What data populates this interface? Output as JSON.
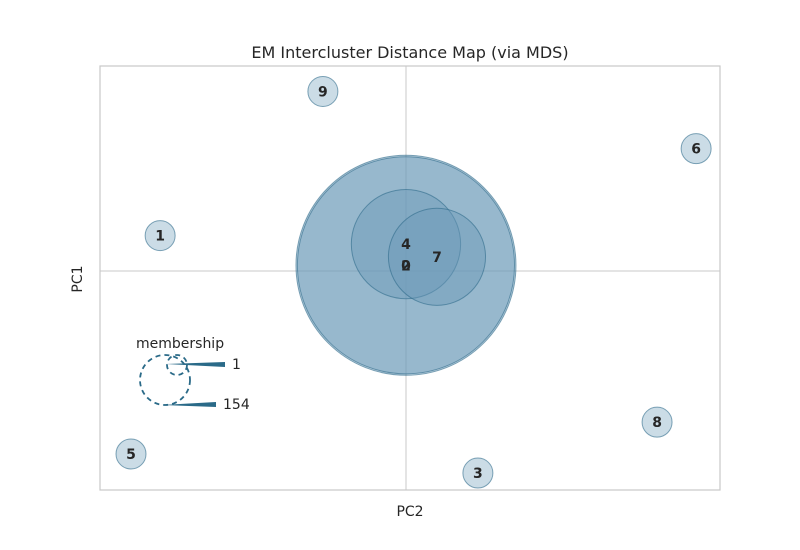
{
  "chart_data": {
    "type": "scatter",
    "title": "EM Intercluster Distance Map (via MDS)",
    "xlabel": "PC2",
    "ylabel": "PC1",
    "xlim": [
      -1,
      1
    ],
    "ylim": [
      -1,
      1
    ],
    "colors": {
      "fill": "#6b9ab8",
      "stroke": "#2e6a8a",
      "legend": "#2a6a88",
      "axes": "#c8c8c8",
      "grid": "#c8c8c8"
    },
    "clusters": [
      {
        "label": "0",
        "x": -0.013,
        "y": 0.06,
        "size": 154
      },
      {
        "label": "1",
        "x": -0.806,
        "y": 0.2,
        "size": 1
      },
      {
        "label": "2",
        "x": -0.013,
        "y": 0.06,
        "size": 150
      },
      {
        "label": "3",
        "x": 0.219,
        "y": -0.92,
        "size": 1
      },
      {
        "label": "4",
        "x": -0.013,
        "y": 0.16,
        "size": 38
      },
      {
        "label": "5",
        "x": -0.9,
        "y": -0.83,
        "size": 1
      },
      {
        "label": "6",
        "x": 0.923,
        "y": 0.61,
        "size": 1
      },
      {
        "label": "7",
        "x": 0.087,
        "y": 0.1,
        "size": 30
      },
      {
        "label": "8",
        "x": 0.797,
        "y": -0.68,
        "size": 1
      },
      {
        "label": "9",
        "x": -0.281,
        "y": 0.88,
        "size": 1
      }
    ],
    "legend": {
      "title": "membership",
      "min_label": "1",
      "max_label": "154",
      "placement": "lower-left"
    }
  }
}
